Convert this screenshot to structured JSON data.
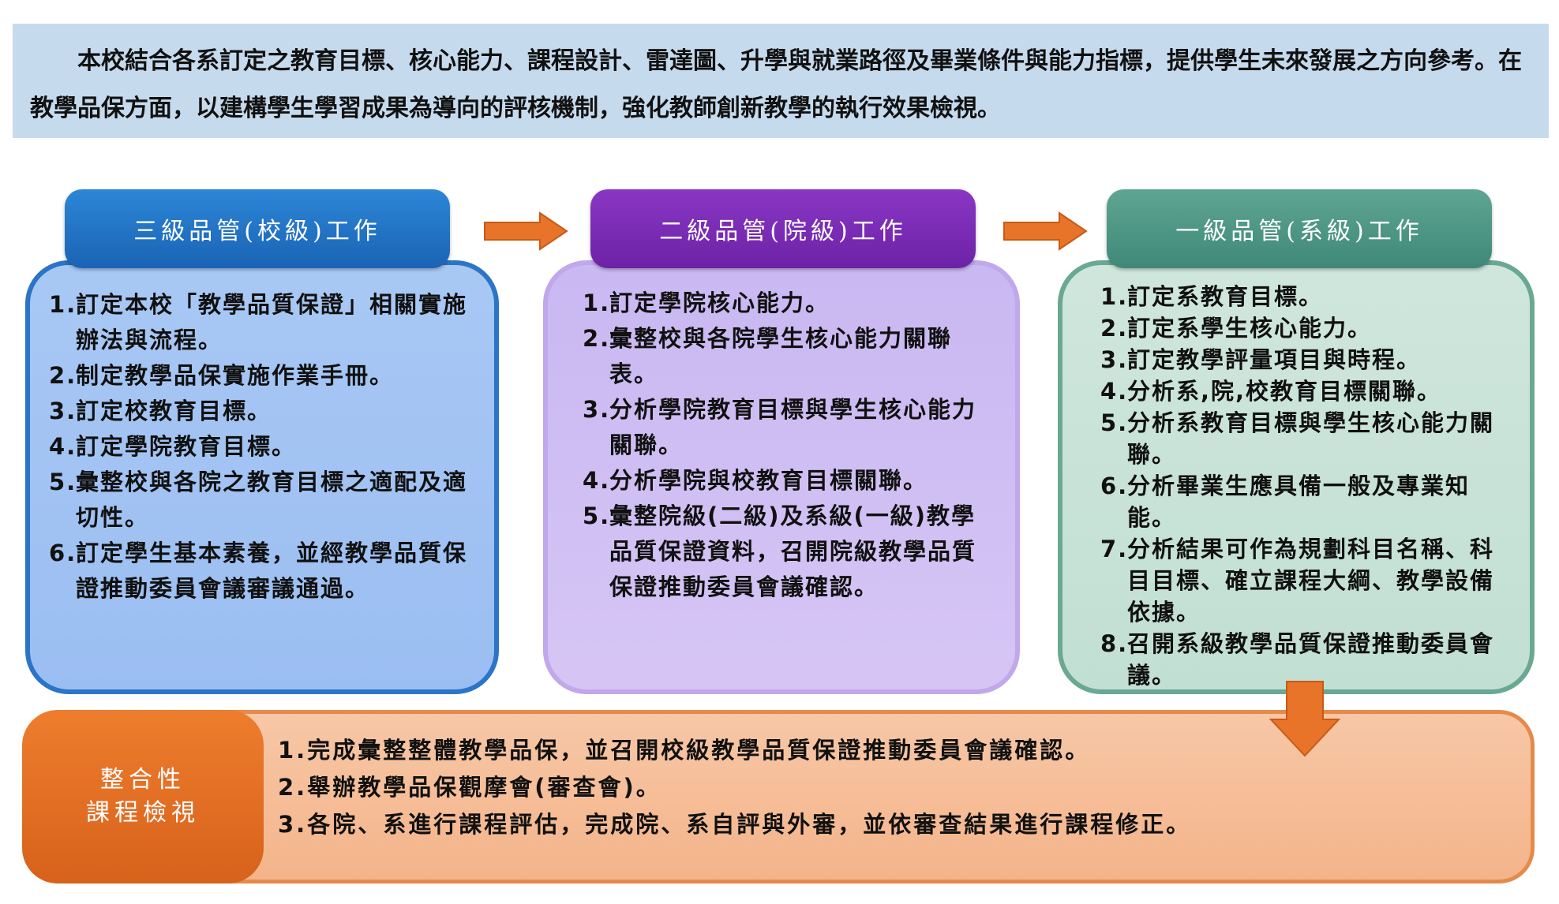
{
  "intro": {
    "text": "本校結合各系訂定之教育目標、核心能力、課程設計、雷達圖、升學與就業路徑及畢業條件與能力指標，提供學生未來發展之方向參考。在教學品保方面，以建構學生學習成果為導向的評核機制，強化教師創新教學的執行效果檢視。"
  },
  "level3": {
    "title": "三級品管(校級)工作",
    "color": "#1a63b5",
    "items": [
      {
        "num": "1.",
        "text": "訂定本校「教學品質保證」相關實施辦法與流程。"
      },
      {
        "num": "2.",
        "text": "制定教學品保實施作業手冊。"
      },
      {
        "num": "3.",
        "text": "訂定校教育目標。"
      },
      {
        "num": "4.",
        "text": "訂定學院教育目標。"
      },
      {
        "num": "5.",
        "text": "彙整校與各院之教育目標之適配及適切性。"
      },
      {
        "num": "6.",
        "text": "訂定學生基本素養，並經教學品質保證推動委員會議審議通過。"
      }
    ]
  },
  "level2": {
    "title": "二級品管(院級)工作",
    "color": "#6c22a6",
    "items": [
      {
        "num": "1.",
        "text": "訂定學院核心能力。"
      },
      {
        "num": "2.",
        "text": "彙整校與各院學生核心能力關聯表。"
      },
      {
        "num": "3.",
        "text": "分析學院教育目標與學生核心能力關聯。"
      },
      {
        "num": "4.",
        "text": "分析學院與校教育目標關聯。"
      },
      {
        "num": "5.",
        "text": "彙整院級(二級)及系級(一級)教學品質保證資料，召開院級教學品質保證推動委員會議確認。"
      }
    ]
  },
  "level1": {
    "title": "一級品管(系級)工作",
    "color": "#3f8877",
    "items": [
      {
        "num": "1.",
        "text": "訂定系教育目標。"
      },
      {
        "num": "2.",
        "text": "訂定系學生核心能力。"
      },
      {
        "num": "3.",
        "text": "訂定教學評量項目與時程。"
      },
      {
        "num": "4.",
        "text": "分析系,院,校教育目標關聯。"
      },
      {
        "num": "5.",
        "text": "分析系教育目標與學生核心能力關聯。"
      },
      {
        "num": "6.",
        "text": "分析畢業生應具備一般及專業知能。"
      },
      {
        "num": "7.",
        "text": "分析結果可作為規劃科目名稱、科目目標、確立課程大綱、教學設備依據。"
      },
      {
        "num": "8.",
        "text": "召開系級教學品質保證推動委員會議。"
      }
    ]
  },
  "integration": {
    "tag_line1": "整合性",
    "tag_line2": "課程檢視",
    "color": "#d7621b",
    "items": [
      {
        "num": "1.",
        "text": "完成彙整整體教學品保，並召開校級教學品質保證推動委員會議確認。"
      },
      {
        "num": "2.",
        "text": "舉辦教學品保觀摩會(審查會)。"
      },
      {
        "num": "3.",
        "text": "各院、系進行課程評估，完成院、系自評與外審，並依審查結果進行課程修正。"
      }
    ]
  },
  "icons": {
    "flow_arrow": "right-arrow-icon",
    "down_arrow": "down-arrow-icon",
    "arrow_color": "#e8742a"
  }
}
